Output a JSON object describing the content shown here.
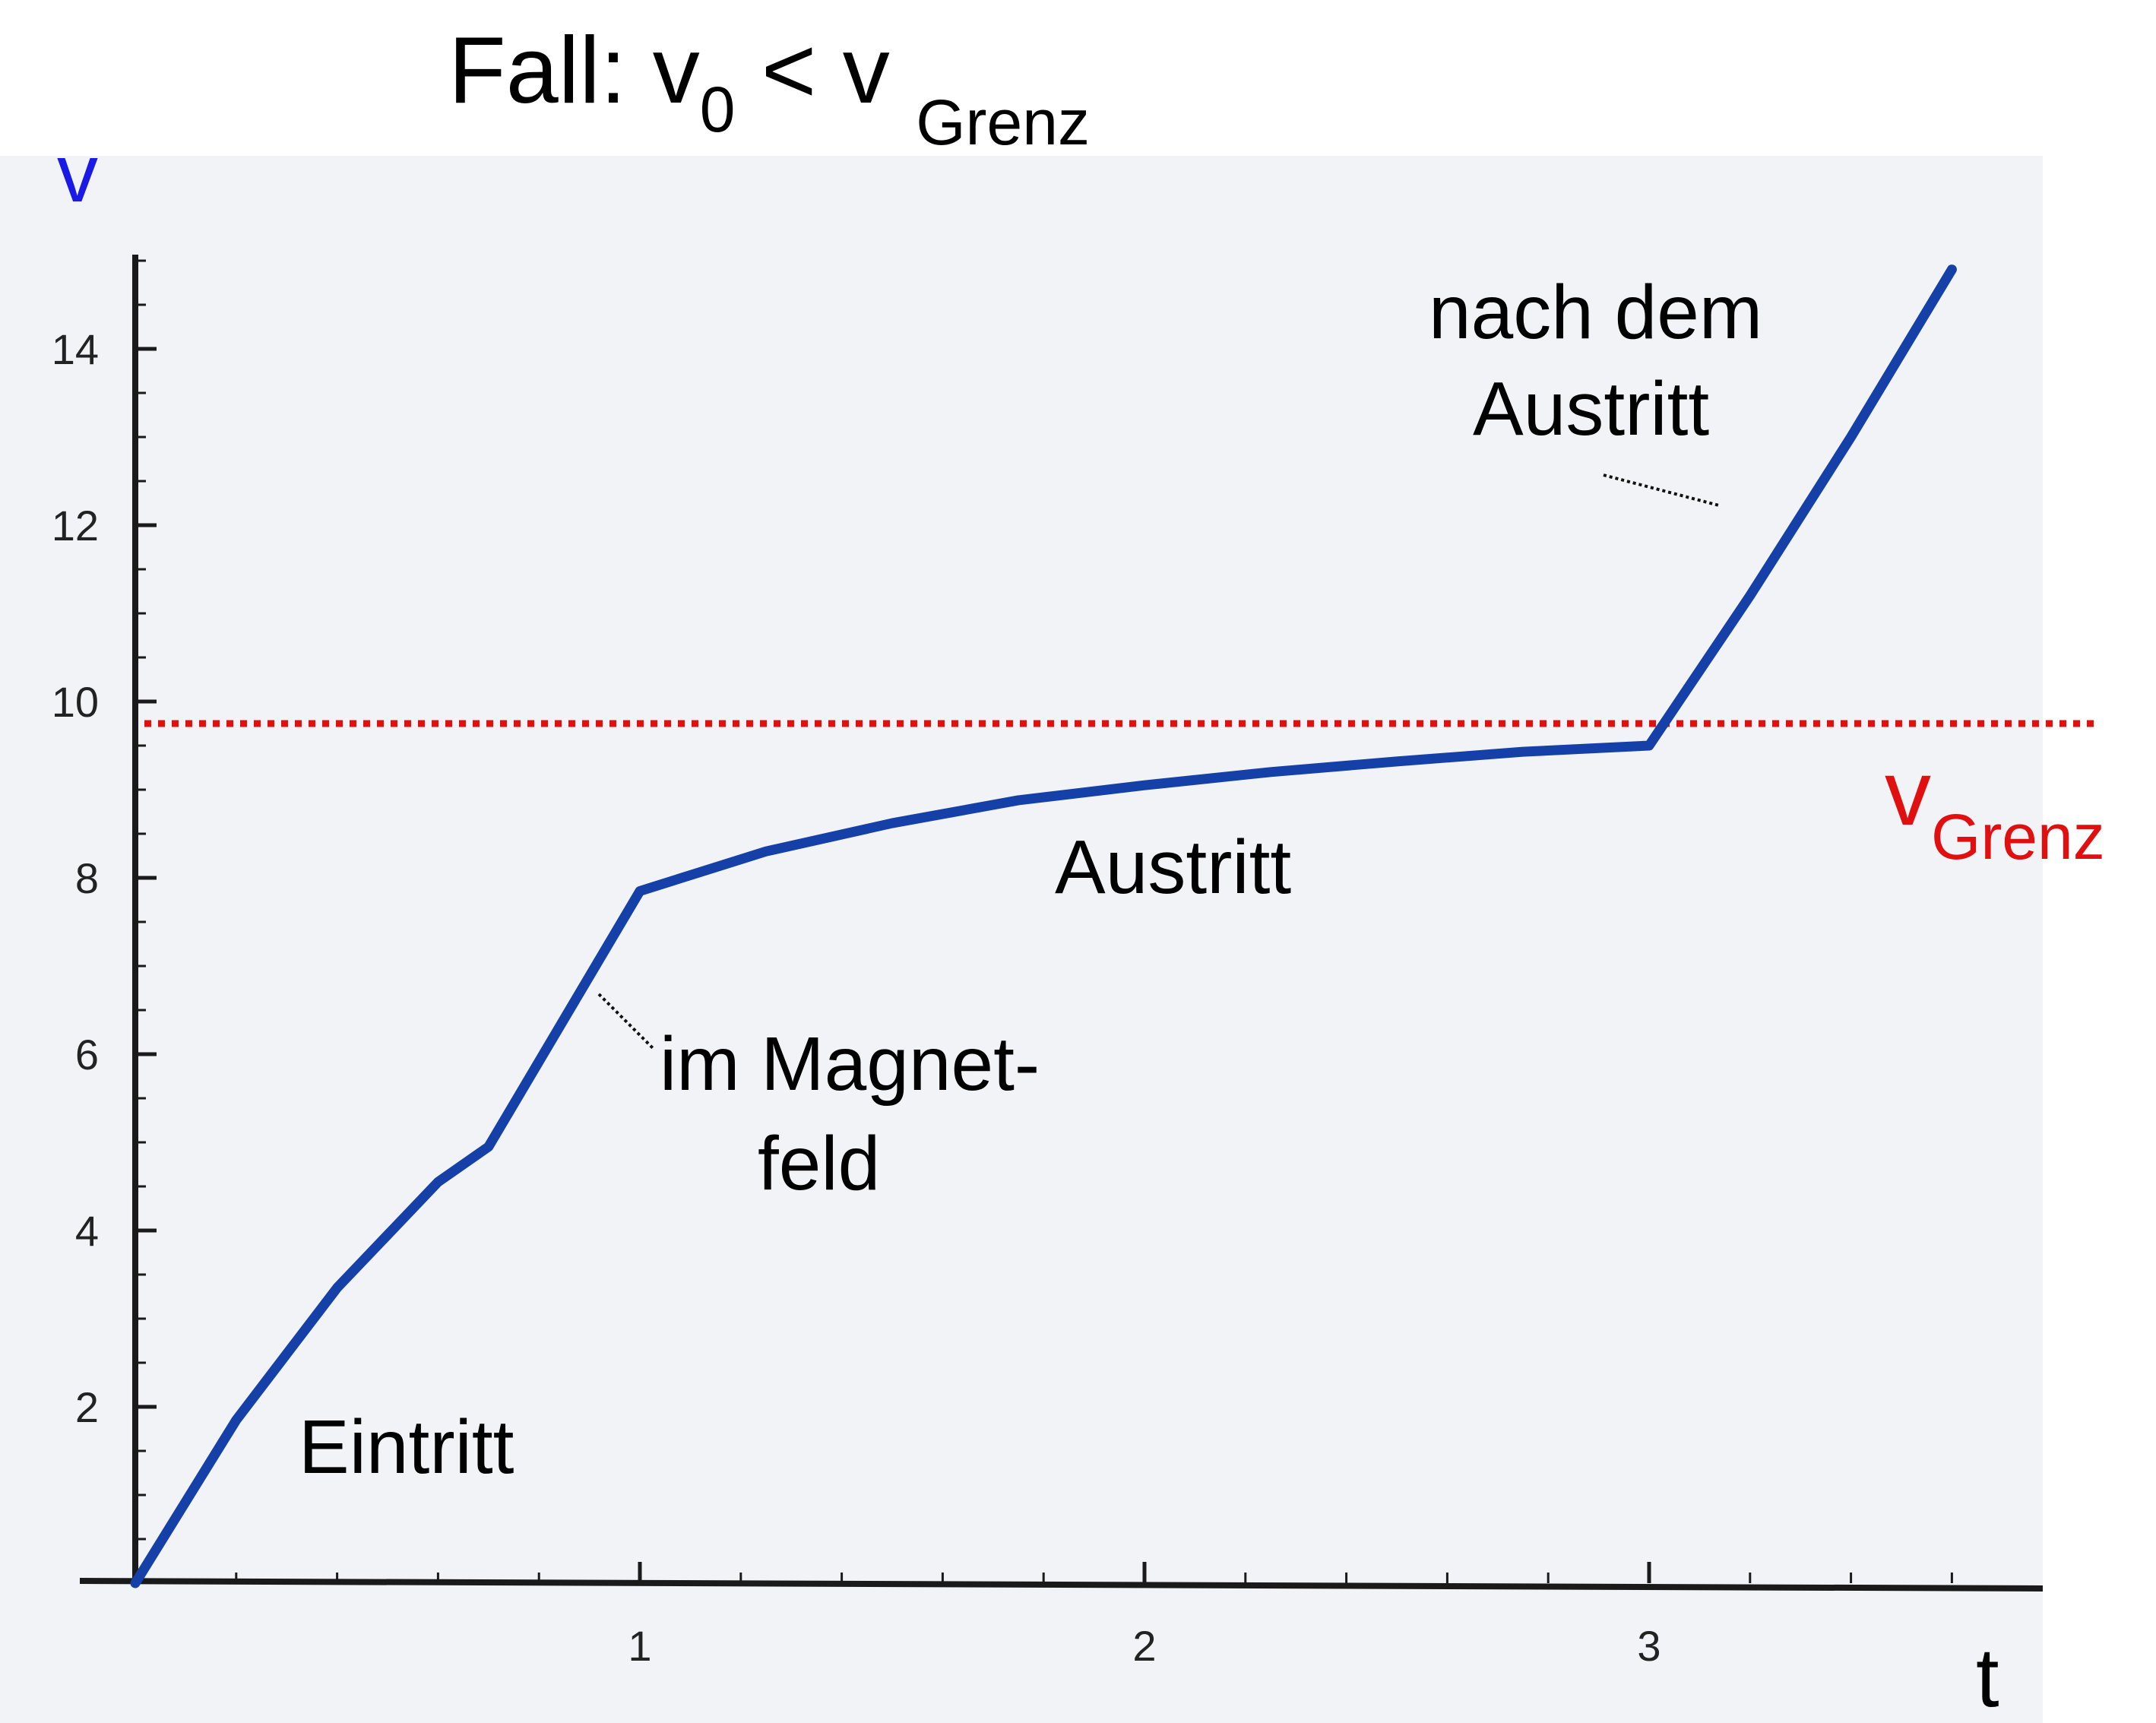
{
  "title": {
    "prefix": "Fall: v",
    "sub1": "0",
    "mid": " < v ",
    "sub2": "Grenz"
  },
  "chart_data": {
    "type": "line",
    "xlabel": "t",
    "ylabel": "v",
    "xlim": [
      0,
      3.75
    ],
    "ylim": [
      0,
      15
    ],
    "x_ticks": [
      1,
      2,
      3
    ],
    "y_ticks": [
      2,
      4,
      6,
      8,
      10,
      12,
      14
    ],
    "grid": false,
    "series": [
      {
        "color": "#1440a8",
        "points": [
          {
            "x": 0,
            "y": 0
          },
          {
            "x": 0.2,
            "y": 1.85
          },
          {
            "x": 0.4,
            "y": 3.35
          },
          {
            "x": 0.6,
            "y": 4.55
          },
          {
            "x": 0.7,
            "y": 4.95
          },
          {
            "x": 0.85,
            "y": 6.4
          },
          {
            "x": 1.0,
            "y": 7.85
          },
          {
            "x": 1.25,
            "y": 8.3
          },
          {
            "x": 1.5,
            "y": 8.62
          },
          {
            "x": 1.75,
            "y": 8.88
          },
          {
            "x": 2.0,
            "y": 9.05
          },
          {
            "x": 2.25,
            "y": 9.2
          },
          {
            "x": 2.5,
            "y": 9.32
          },
          {
            "x": 2.75,
            "y": 9.43
          },
          {
            "x": 3.0,
            "y": 9.5
          },
          {
            "x": 3.2,
            "y": 11.2
          },
          {
            "x": 3.4,
            "y": 13.0
          },
          {
            "x": 3.6,
            "y": 14.9
          }
        ]
      }
    ],
    "reference_line": {
      "y": 9.75,
      "color": "#e01010",
      "style": "dotted",
      "label_main": "v",
      "label_sub": "Grenz"
    },
    "annotations": [
      {
        "lines": [
          "Eintritt"
        ]
      },
      {
        "lines": [
          "im Magnet-",
          "feld"
        ]
      },
      {
        "lines": [
          "Austritt"
        ]
      },
      {
        "lines": [
          "nach dem",
          "Austritt"
        ]
      }
    ]
  }
}
